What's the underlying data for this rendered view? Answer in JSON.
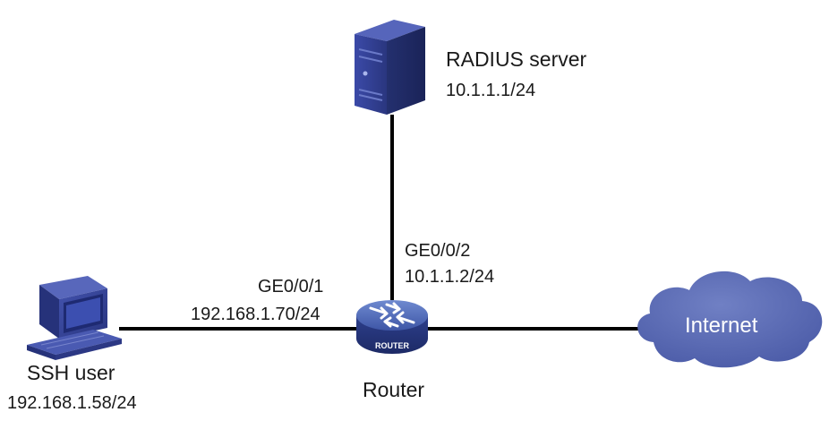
{
  "nodes": {
    "radius_server": {
      "name": "RADIUS server",
      "ip": "10.1.1.1/24"
    },
    "router": {
      "name": "Router",
      "badge": "ROUTER",
      "port_up": "GE0/0/2",
      "port_up_ip": "10.1.1.2/24",
      "port_left": "GE0/0/1",
      "port_left_ip": "192.168.1.70/24"
    },
    "ssh_user": {
      "name": "SSH user",
      "ip": "192.168.1.58/24"
    },
    "internet": {
      "name": "Internet"
    }
  },
  "colors": {
    "link": "#000000",
    "device": "#3a47a8",
    "cloud": "#5a6bb4"
  }
}
